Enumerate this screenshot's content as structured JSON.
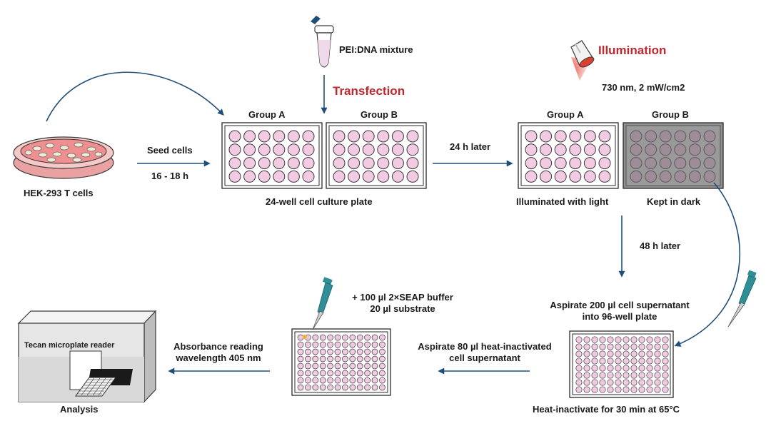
{
  "colors": {
    "arrow": "#1f4e79",
    "accent_red": "#c0282d",
    "well_fill": "#f2cbe3",
    "well_stroke": "#3a3a3a",
    "dark_plate": "#8f8f8f",
    "dish_fill": "#ef8f8f",
    "pipette": "#2f8f98"
  },
  "icons": {
    "petri_dish": "petri-dish-icon",
    "tube": "microtube-icon",
    "lamp": "lamp-icon",
    "pipette": "pipette-icon",
    "reader": "microplate-reader-icon"
  },
  "labels": {
    "hek_cells": "HEK-293 T cells",
    "seed_cells": "Seed cells",
    "seed_time": "16 - 18 h",
    "pei_dna": "PEI:DNA mixture",
    "transfection": "Transfection",
    "group_a_1": "Group A",
    "group_b_1": "Group B",
    "plate_24": "24-well cell culture plate",
    "later_24h": "24 h later",
    "illumination": "Illumination",
    "light_spec": "730 nm, 2 mW/cm2",
    "group_a_2": "Group A",
    "group_b_2": "Group B",
    "illuminated": "Illuminated with light",
    "kept_dark": "Kept in dark",
    "later_48h": "48 h later",
    "aspirate_200_1": "Aspirate 200 µl cell supernatant",
    "aspirate_200_2": "into 96-well plate",
    "heat_inactivate": "Heat-inactivate for 30 min at 65°C",
    "aspirate_80_1": "Aspirate 80 µl heat-inactivated",
    "aspirate_80_2": "cell supernatant",
    "seap_1": "+ 100 µl 2×SEAP buffer",
    "seap_2": "20 µl substrate",
    "absorbance_1": "Absorbance reading",
    "absorbance_2": "wavelength 405 nm",
    "reader": "Tecan microplate reader",
    "analysis": "Analysis"
  }
}
